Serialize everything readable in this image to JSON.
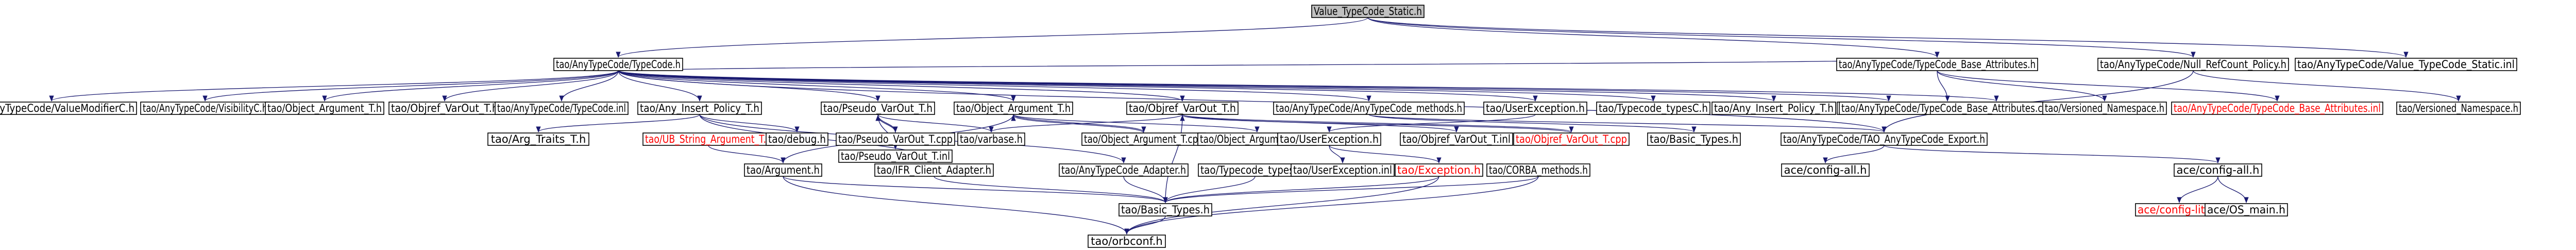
{
  "colors": {
    "edge": "#191970",
    "node_fill": "#ffffff",
    "root_fill": "#c0c0c0",
    "text": "#000000",
    "missing_text": "#ff0000",
    "border": "#000000"
  },
  "nodes": [
    {
      "id": "root",
      "label": "Value_TypeCode_Static.h",
      "style": "root"
    },
    {
      "id": "typecode_h",
      "label": "tao/AnyTypeCode/TypeCode.h"
    },
    {
      "id": "base_attr_h",
      "label": "tao/AnyTypeCode/TypeCode_Base_Attributes.h"
    },
    {
      "id": "null_refcount_h",
      "label": "tao/AnyTypeCode/Null_RefCount_Policy.h"
    },
    {
      "id": "value_static_inl",
      "label": "tao/AnyTypeCode/Value_TypeCode_Static.inl"
    },
    {
      "id": "valuemodifierc_h",
      "label": "tao/AnyTypeCode/ValueModifierC.h"
    },
    {
      "id": "visibilityc_h",
      "label": "tao/AnyTypeCode/VisibilityC.h"
    },
    {
      "id": "object_argument_t_h_l",
      "label": "tao/Object_Argument_T.h"
    },
    {
      "id": "objref_varout_t_h_l",
      "label": "tao/Objref_VarOut_T.h"
    },
    {
      "id": "typecode_inl",
      "label": "tao/AnyTypeCode/TypeCode.inl"
    },
    {
      "id": "any_insert_policy_t_h",
      "label": "tao/Any_Insert_Policy_T.h"
    },
    {
      "id": "pseudo_varout_t_h",
      "label": "tao/Pseudo_VarOut_T.h"
    },
    {
      "id": "object_argument_t_h",
      "label": "tao/Object_Argument_T.h"
    },
    {
      "id": "objref_varout_t_h",
      "label": "tao/Objref_VarOut_T.h"
    },
    {
      "id": "anytypecode_methods_h",
      "label": "tao/AnyTypeCode/AnyTypeCode_methods.h"
    },
    {
      "id": "userexception_h",
      "label": "tao/UserException.h"
    },
    {
      "id": "typecode_typesc_h_top",
      "label": "tao/Typecode_typesC.h"
    },
    {
      "id": "any_insert_policy_t_h2",
      "label": "tao/Any_Insert_Policy_T.h"
    },
    {
      "id": "corba_methods_h_top",
      "label": "tao/CORBA_methods.h"
    },
    {
      "id": "pseudo_varout_t_h2",
      "label": "tao/Pseudo_VarOut_T.h"
    },
    {
      "id": "base_attr_cpp",
      "label": "tao/AnyTypeCode/TypeCode_Base_Attributes.cpp"
    },
    {
      "id": "versioned_ns_h",
      "label": "tao/Versioned_Namespace.h"
    },
    {
      "id": "base_attr_inl",
      "label": "tao/AnyTypeCode/TypeCode_Base_Attributes.inl",
      "style": "missing"
    },
    {
      "id": "versioned_ns_h2",
      "label": "tao/Versioned_Namespace.h"
    },
    {
      "id": "arg_traits_t_h",
      "label": "tao/Arg_Traits_T.h"
    },
    {
      "id": "ub_string_argument_t_h",
      "label": "tao/UB_String_Argument_T.h",
      "style": "missing"
    },
    {
      "id": "debug_h",
      "label": "tao/debug.h"
    },
    {
      "id": "pseudo_varout_t_cpp",
      "label": "tao/Pseudo_VarOut_T.cpp"
    },
    {
      "id": "pseudo_varout_t_inl",
      "label": "tao/Pseudo_VarOut_T.inl"
    },
    {
      "id": "varbase_h",
      "label": "tao/varbase.h"
    },
    {
      "id": "object_argument_t_cpp",
      "label": "tao/Object_Argument_T.cpp"
    },
    {
      "id": "object_argument_t_inl",
      "label": "tao/Object_Argument_T.inl"
    },
    {
      "id": "userexception_h2",
      "label": "tao/UserException.h"
    },
    {
      "id": "objref_varout_t_inl",
      "label": "tao/Objref_VarOut_T.inl"
    },
    {
      "id": "objref_varout_t_cpp",
      "label": "tao/Objref_VarOut_T.cpp",
      "style": "missing"
    },
    {
      "id": "basic_types_h_r",
      "label": "tao/Basic_Types.h"
    },
    {
      "id": "tao_anytypecode_export_h",
      "label": "tao/AnyTypeCode/TAO_AnyTypeCode_Export.h"
    },
    {
      "id": "argument_h",
      "label": "tao/Argument.h"
    },
    {
      "id": "ifr_client_adapter_h",
      "label": "tao/IFR_Client_Adapter.h"
    },
    {
      "id": "anytypecode_adapter_h",
      "label": "tao/AnyTypeCode_Adapter.h"
    },
    {
      "id": "typecode_typesc_h",
      "label": "tao/Typecode_typesC.h"
    },
    {
      "id": "userexception_inl",
      "label": "tao/UserException.inl"
    },
    {
      "id": "exception_h",
      "label": "tao/Exception.h",
      "style": "missing"
    },
    {
      "id": "corba_methods_h",
      "label": "tao/CORBA_methods.h"
    },
    {
      "id": "ace_config_all_h_l",
      "label": "ace/config-all.h"
    },
    {
      "id": "ace_config_all_h",
      "label": "ace/config-all.h"
    },
    {
      "id": "basic_types_h",
      "label": "tao/Basic_Types.h"
    },
    {
      "id": "ace_config_lite_h",
      "label": "ace/config-lite.h",
      "style": "missing"
    },
    {
      "id": "ace_os_main_h",
      "label": "ace/OS_main.h"
    },
    {
      "id": "orbconf_h",
      "label": "tao/orbconf.h"
    }
  ]
}
